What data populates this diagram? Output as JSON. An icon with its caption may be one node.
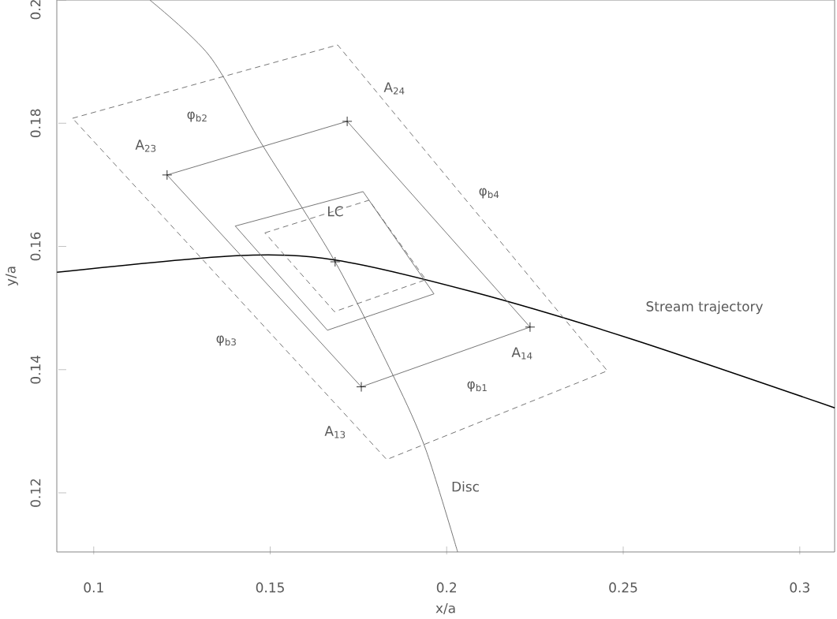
{
  "diagram": {
    "labels": [
      "0.2",
      "0.18",
      "0.16",
      "0.14",
      "0.12",
      "y/a",
      "A$_{24}$",
      "φ$_{b2}$",
      "A$_{23}$",
      "φ$_{b4}$",
      "LC",
      "Stream trajectory",
      "φ$_{b3}$",
      "A$_{14}$",
      "φ$_{b1}$",
      "A$_{13}$",
      "Disc",
      "0.1",
      "0.15",
      "0.2",
      "0.25",
      "0.3",
      "x/a"
    ]
  }
}
